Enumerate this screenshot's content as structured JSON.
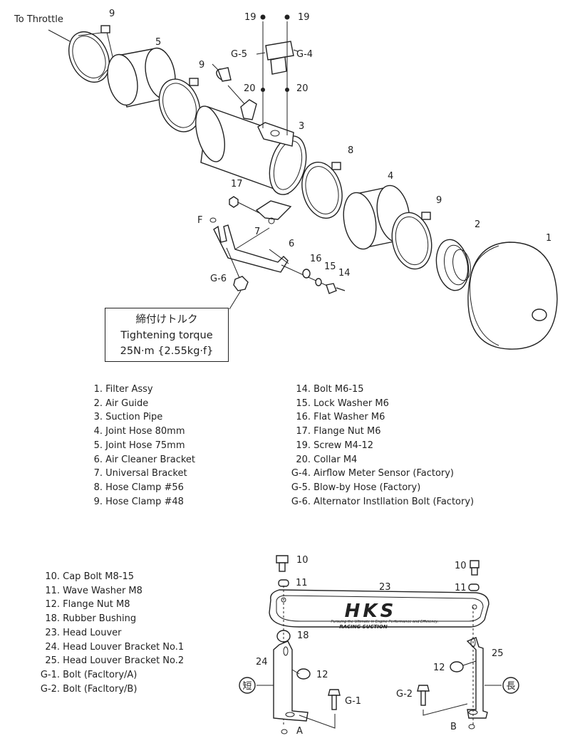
{
  "callouts": {
    "to_throttle": "To Throttle",
    "p9a": "9",
    "p5": "5",
    "p9b": "9",
    "p19a": "19",
    "p19b": "19",
    "g5": "G-5",
    "g4": "G-4",
    "p20a": "20",
    "p20b": "20",
    "p3": "3",
    "p8": "8",
    "p4": "4",
    "p9c": "9",
    "p2": "2",
    "p1": "1",
    "p17": "17",
    "pF": "F",
    "p7": "7",
    "p6": "6",
    "p16": "16",
    "p15": "15",
    "p14": "14",
    "g6": "G-6",
    "p10a": "10",
    "p11a": "11",
    "p23": "23",
    "p10b": "10",
    "p11b": "11",
    "p18": "18",
    "p24": "24",
    "p25": "25",
    "p12a": "12",
    "p12b": "12",
    "g1": "G-1",
    "g2": "G-2",
    "pA": "A",
    "pB": "B",
    "short_mark": "短",
    "long_mark": "長"
  },
  "louver_text": {
    "brand": "HKS",
    "tagline": "Pursuing the Ultimate in Engine Performance and Efficiency.",
    "product": "RACING SUCTION"
  },
  "torque_box": {
    "line1": "締付けトルク",
    "line2": "Tightening torque",
    "line3": "25N·m {2.55kg·f}"
  },
  "parts_left": [
    {
      "no": "1.",
      "name": "Filter Assy"
    },
    {
      "no": "2.",
      "name": "Air Guide"
    },
    {
      "no": "3.",
      "name": "Suction Pipe"
    },
    {
      "no": "4.",
      "name": "Joint Hose  80mm"
    },
    {
      "no": "5.",
      "name": "Joint Hose  75mm"
    },
    {
      "no": "6.",
      "name": "Air Cleaner Bracket"
    },
    {
      "no": "7.",
      "name": "Universal Bracket"
    },
    {
      "no": "8.",
      "name": "Hose Clamp  #56"
    },
    {
      "no": "9.",
      "name": "Hose Clamp  #48"
    }
  ],
  "parts_right": [
    {
      "no": "14.",
      "name": "Bolt  M6-15"
    },
    {
      "no": "15.",
      "name": "Lock Washer  M6"
    },
    {
      "no": "16.",
      "name": "Flat Washer  M6"
    },
    {
      "no": "17.",
      "name": "Flange Nut  M6"
    },
    {
      "no": "19.",
      "name": "Screw  M4-12"
    },
    {
      "no": "20.",
      "name": "Collar  M4"
    },
    {
      "no": "G-4.",
      "name": "Airflow Meter Sensor (Factory)"
    },
    {
      "no": "G-5.",
      "name": "Blow-by Hose (Factory)"
    },
    {
      "no": "G-6.",
      "name": "Alternator Instllation Bolt (Factory)"
    }
  ],
  "parts_bottom": [
    {
      "no": "10.",
      "name": "Cap Bolt  M8-15"
    },
    {
      "no": "11.",
      "name": "Wave Washer  M8"
    },
    {
      "no": "12.",
      "name": "Flange Nut  M8"
    },
    {
      "no": "18.",
      "name": "Rubber Bushing"
    },
    {
      "no": "23.",
      "name": "Head Louver"
    },
    {
      "no": "24.",
      "name": "Head Louver Bracket No.1"
    },
    {
      "no": "25.",
      "name": "Head Louver Bracket No.2"
    },
    {
      "no": "G-1.",
      "name": "Bolt (Facltory/A)"
    },
    {
      "no": "G-2.",
      "name": "Bolt (Facltory/B)"
    }
  ]
}
